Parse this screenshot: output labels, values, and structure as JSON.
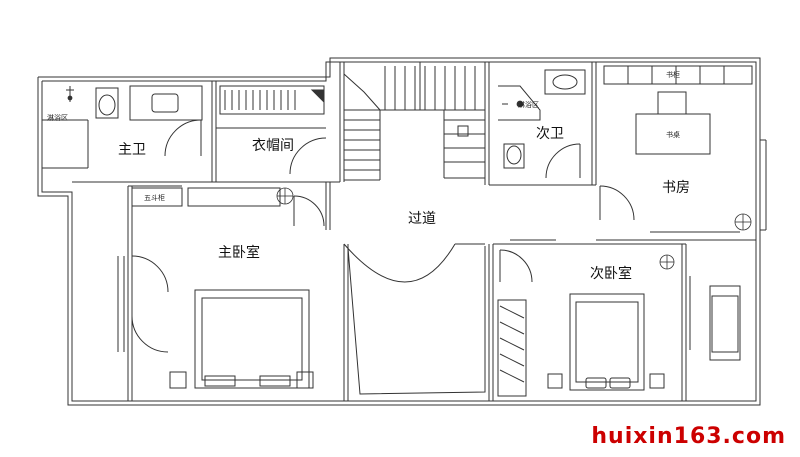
{
  "rooms": {
    "master_bath": "主卫",
    "cloakroom": "衣帽间",
    "second_bath": "次卫",
    "study": "书房",
    "corridor": "过道",
    "master_bedroom": "主卧室",
    "second_bedroom": "次卧室"
  },
  "fixtures": {
    "shower_area_master": "淋浴区",
    "shower_area_second": "淋浴区",
    "bucket_cabinet": "五斗柜",
    "bookshelf": "书柜",
    "desk": "书桌"
  },
  "watermark": "huixin163.com",
  "colors": {
    "line": "#333333",
    "watermark": "#cc0000"
  }
}
